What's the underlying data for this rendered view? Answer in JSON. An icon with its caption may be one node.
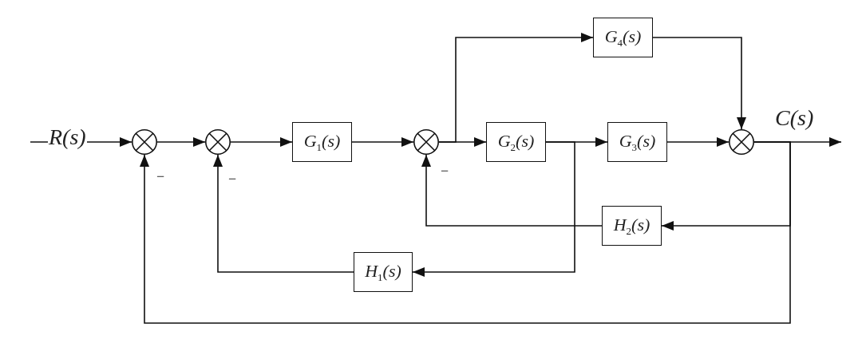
{
  "diagram": {
    "nodes": [
      {
        "text": [],
        "shape": "circle"
      },
      {
        "text": [],
        "shape": "circle"
      },
      {
        "text": [
          "G$_{1}$(s)"
        ]
      },
      {
        "text": [],
        "shape": "circle"
      },
      {
        "text": [
          "G$_{2}$(s)"
        ]
      },
      {
        "text": [
          "G$_{4}$(s)"
        ]
      },
      {
        "text": [
          "G$_{3}$(s)"
        ]
      },
      {
        "text": [],
        "shape": "circle"
      },
      {
        "text": [
          "H$_{2}$(s)"
        ]
      },
      {
        "text": [
          "H$_{1}$(s)"
        ]
      }
    ],
    "edges": [
      {
        "from": null,
        "to": 0,
        "arrow": "to",
        "label": "R(s)"
      },
      {
        "from": 0,
        "to": 1,
        "arrow": "to"
      },
      {
        "from": 1,
        "to": 2,
        "arrow": "to"
      },
      {
        "from": 2,
        "to": 3,
        "arrow": "to"
      },
      {
        "from": 3,
        "to": 4,
        "arrow": "to"
      },
      {
        "from": 3,
        "to": 5,
        "arrow": "to"
      },
      {
        "from": 4,
        "to": 6,
        "arrow": "to"
      },
      {
        "from": 5,
        "to": 7,
        "arrow": "to"
      },
      {
        "from": 6,
        "to": 7,
        "arrow": "to"
      },
      {
        "from": 7,
        "to": null,
        "arrow": "to",
        "label": "C(s)"
      },
      {
        "from": 7,
        "to": 8,
        "arrow": "to"
      },
      {
        "from": 8,
        "to": 3,
        "arrow": "to"
      },
      {
        "from": 4,
        "to": 9,
        "arrow": "to"
      },
      {
        "from": 9,
        "to": 1,
        "arrow": "to"
      },
      {
        "from": 7,
        "to": 0,
        "arrow": "to"
      }
    ],
    "labels": [
      "−",
      "−",
      "−"
    ]
  }
}
